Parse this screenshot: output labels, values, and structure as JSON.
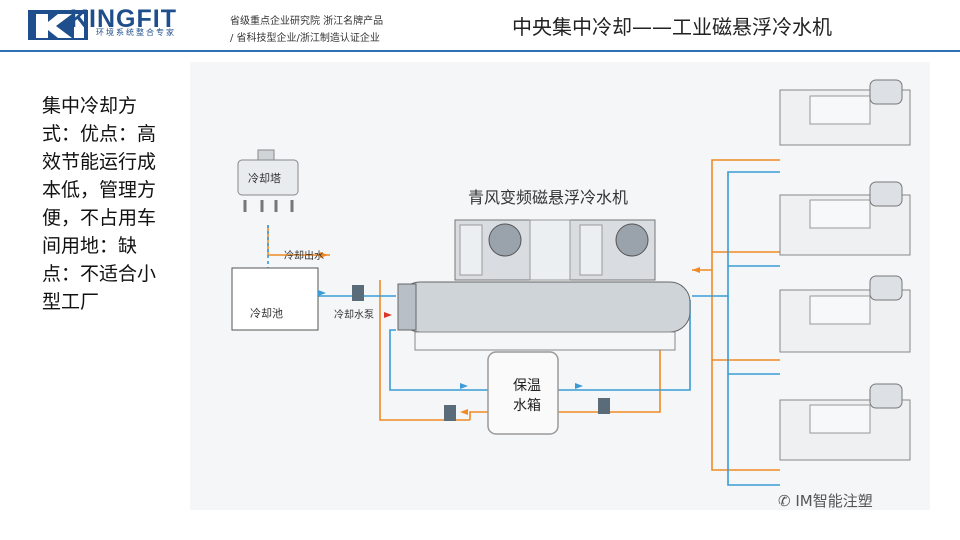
{
  "header": {
    "logo_text": "KINGFIT",
    "logo_sub": "环境系统整合专家",
    "tagline_line1": "省级重点企业研究院 浙江名牌产品",
    "tagline_line2": "/ 省科技型企业/浙江制造认证企业",
    "title": "中央集中冷却——工业磁悬浮冷水机"
  },
  "side": {
    "text": "集中冷却方式：优点：高效节能运行成本低，管理方便，不占用车间用地：缺点：不适合小型工厂"
  },
  "diagram": {
    "chiller_title": "青风变频磁悬浮冷水机",
    "cooling_tower": "冷却塔",
    "cooling_outlet": "冷却出水",
    "cooling_pool": "冷却池",
    "cooling_pump": "冷却水泵",
    "tank_line1": "保温",
    "tank_line2": "水箱",
    "colors": {
      "orange": "#f08a24",
      "blue": "#3a9bd6",
      "red": "#d9352a"
    }
  },
  "watermark": "IM智能注塑"
}
